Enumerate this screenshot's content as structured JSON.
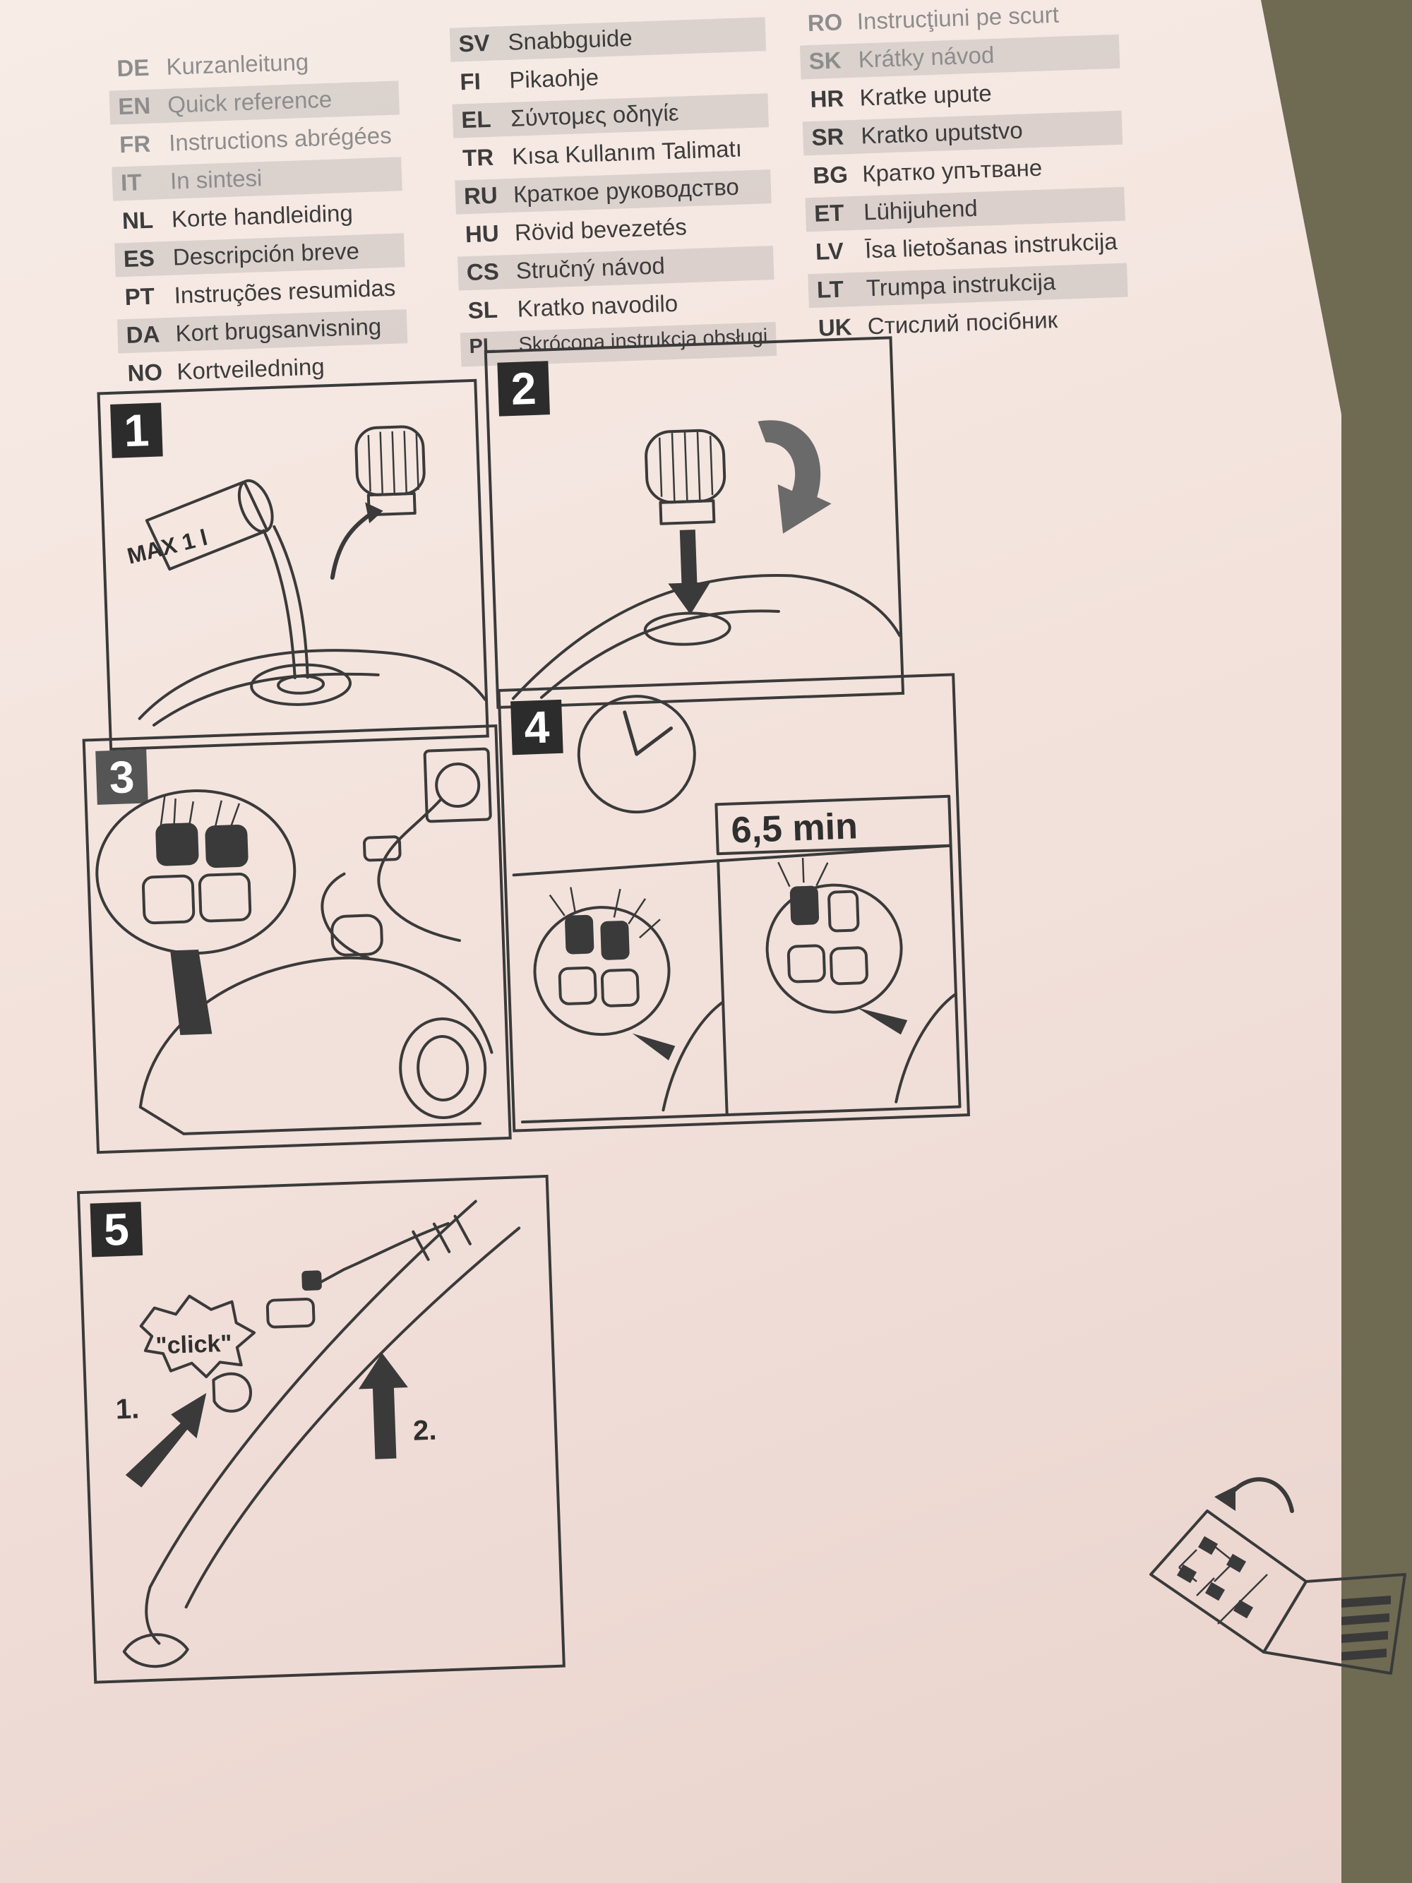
{
  "languages": {
    "col1": [
      {
        "code": "DE",
        "name": "Kurzanleitung"
      },
      {
        "code": "EN",
        "name": "Quick reference"
      },
      {
        "code": "FR",
        "name": "Instructions abrégées"
      },
      {
        "code": "IT",
        "name": "In sintesi"
      },
      {
        "code": "NL",
        "name": "Korte handleiding"
      },
      {
        "code": "ES",
        "name": "Descripción breve"
      },
      {
        "code": "PT",
        "name": "Instruções resumidas"
      },
      {
        "code": "DA",
        "name": "Kort brugsanvisning"
      },
      {
        "code": "NO",
        "name": "Kortveiledning"
      }
    ],
    "col2": [
      {
        "code": "SV",
        "name": "Snabbguide"
      },
      {
        "code": "FI",
        "name": "Pikaohje"
      },
      {
        "code": "EL",
        "name": "Σύντομες οδηγίε"
      },
      {
        "code": "TR",
        "name": "Kısa Kullanım Talimatı"
      },
      {
        "code": "RU",
        "name": "Краткое руководство"
      },
      {
        "code": "HU",
        "name": "Rövid bevezetés"
      },
      {
        "code": "CS",
        "name": "Stručný návod"
      },
      {
        "code": "SL",
        "name": "Kratko navodilo"
      },
      {
        "code": "PL",
        "name": "Skrócona instrukcja obsługi"
      }
    ],
    "col3": [
      {
        "code": "RO",
        "name": "Instrucţiuni pe scurt"
      },
      {
        "code": "SK",
        "name": "Krátky návod"
      },
      {
        "code": "HR",
        "name": "Kratke upute"
      },
      {
        "code": "SR",
        "name": "Kratko uputstvo"
      },
      {
        "code": "BG",
        "name": "Кратко упътване"
      },
      {
        "code": "ET",
        "name": "Lühijuhend"
      },
      {
        "code": "LV",
        "name": "Īsa lietošanas instrukcija"
      },
      {
        "code": "LT",
        "name": "Trumpa instrukcija"
      },
      {
        "code": "UK",
        "name": "Стислий посібник"
      }
    ]
  },
  "steps": [
    {
      "number": "1",
      "label": "MAX 1 l"
    },
    {
      "number": "2"
    },
    {
      "number": "3"
    },
    {
      "number": "4",
      "label": "6,5 min"
    },
    {
      "number": "5",
      "click_label": "\"click\"",
      "arrow1_label": "1.",
      "arrow2_label": "2."
    }
  ],
  "icons": {
    "booklet": "booklet-page-turn-icon"
  }
}
